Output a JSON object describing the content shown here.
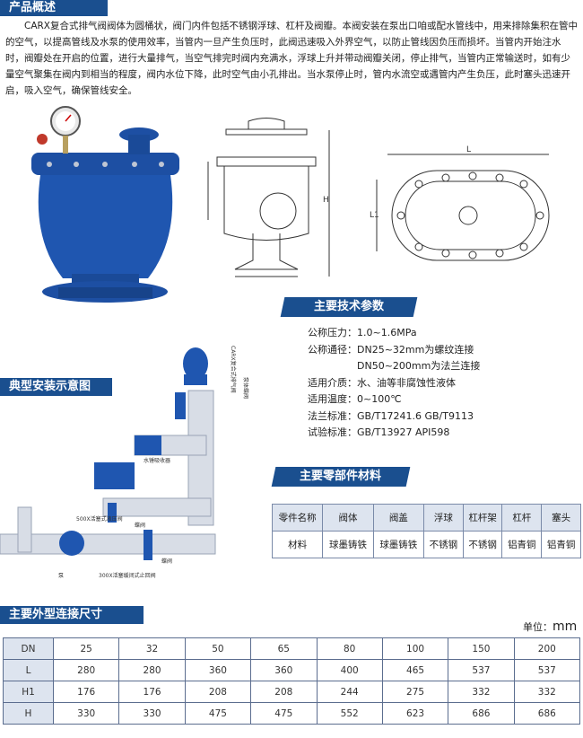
{
  "sections": {
    "overview": "产品概述",
    "tech": "主要技术参数",
    "install": "典型安装示意图",
    "materials": "主要零部件材料",
    "dims": "主要外型连接尺寸"
  },
  "intro": "CARX复合式排气阀阀体为圆桶状，阀门内件包括不锈钢浮球、杠杆及阀瓣。本阀安装在泵出口咱或配水管线中，用来排除集积在管中的空气，以提高管线及水泵的使用效率，当管内一旦产生负压时，此阀迅速吸入外界空气，以防止管线因负压而损坏。当管内开始注水时，阀瓣处在开启的位置，进行大量排气，当空气排完时阀内充满水，浮球上升并带动阀瓣关闭，停止排气，当管内正常输送时，如有少量空气聚集在阀内到相当的程度，阀内水位下降，此时空气由小孔排出。当水泵停止时，管内水流空或遇管内产生负压，此时塞头迅速开启，吸入空气，确保管线安全。",
  "params": [
    {
      "label": "公称压力：",
      "value": "1.0~1.6MPa"
    },
    {
      "label": "公称通径：",
      "value": "DN25~32mm为螺纹连接"
    },
    {
      "label": "",
      "value": "DN50~200mm为法兰连接"
    },
    {
      "label": "适用介质：",
      "value": "水、油等非腐蚀性液体"
    },
    {
      "label": "适用温度：",
      "value": "0~100℃"
    },
    {
      "label": "法兰标准：",
      "value": "GB/T17241.6   GB/T9113"
    },
    {
      "label": "试验标准：",
      "value": "GB/T13927 API598"
    }
  ],
  "drawing_labels": {
    "L": "L",
    "L1": "L1",
    "H": "H"
  },
  "install_labels": [
    "CARX复合式排气阀",
    "泵体蝶阀",
    "水锤吸收器",
    "500X活塞式液压阀",
    "蝶阀",
    "300X活塞缓闭式止回阀",
    "泵",
    "蝶阀"
  ],
  "materials": {
    "header": [
      "零件名称",
      "阀体",
      "阀盖",
      "浮球",
      "杠杆架",
      "杠杆",
      "塞头"
    ],
    "row": [
      "材料",
      "球墨铸铁",
      "球墨铸铁",
      "不锈钢",
      "不锈钢",
      "铝青铜",
      "铝青铜"
    ]
  },
  "unit": {
    "label": "单位：",
    "value": "mm"
  },
  "dims": [
    {
      "name": "DN",
      "values": [
        "25",
        "32",
        "50",
        "65",
        "80",
        "100",
        "150",
        "200"
      ]
    },
    {
      "name": "L",
      "values": [
        "280",
        "280",
        "360",
        "360",
        "400",
        "465",
        "537",
        "537"
      ]
    },
    {
      "name": "H1",
      "values": [
        "176",
        "176",
        "208",
        "208",
        "244",
        "275",
        "332",
        "332"
      ]
    },
    {
      "name": "H",
      "values": [
        "330",
        "330",
        "475",
        "475",
        "552",
        "623",
        "686",
        "686"
      ]
    }
  ],
  "colors": {
    "accent": "#1a4f8f",
    "valve": "#1d4fa3",
    "pipe": "#d8dde6"
  }
}
